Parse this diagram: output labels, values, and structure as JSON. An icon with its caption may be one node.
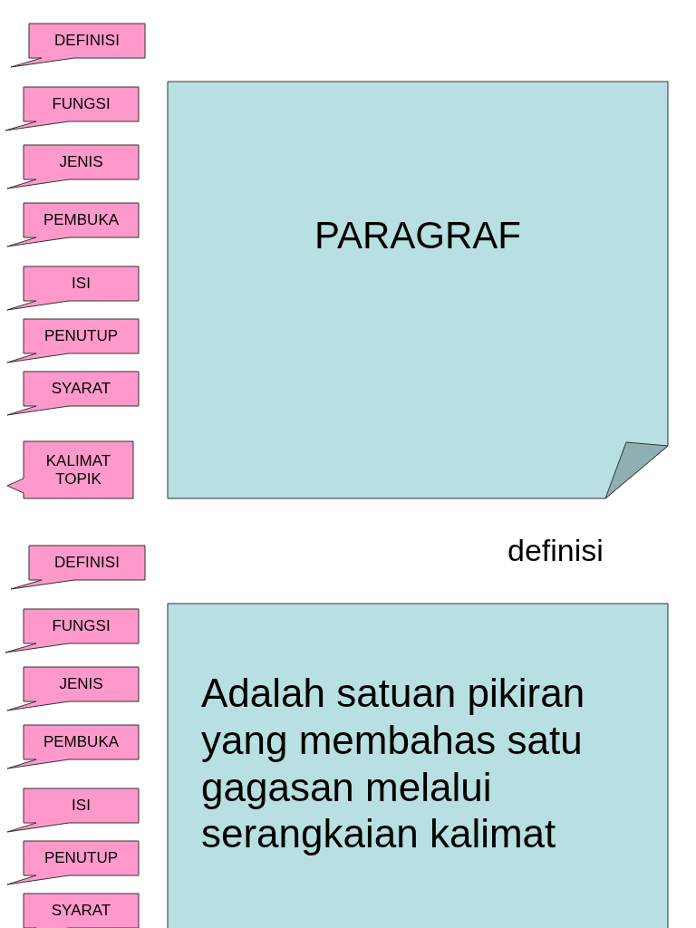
{
  "diagram": {
    "nodes": [
      {
        "text": [
          "DEFINISI"
        ]
      },
      {
        "text": [
          "FUNGSI"
        ]
      },
      {
        "text": [
          "JENIS"
        ]
      },
      {
        "text": [
          "PEMBUKA"
        ]
      },
      {
        "text": [
          "ISI"
        ]
      },
      {
        "text": [
          "PENUTUP"
        ]
      },
      {
        "text": [
          "SYARAT"
        ]
      },
      {
        "text": [
          "KALIMAT TOPIK"
        ]
      },
      {
        "text": [
          "PARAGRAF"
        ]
      },
      {
        "text": [
          "DEFINISI"
        ]
      },
      {
        "text": [
          "FUNGSI"
        ]
      },
      {
        "text": [
          "JENIS"
        ]
      },
      {
        "text": [
          "PEMBUKA"
        ]
      },
      {
        "text": [
          "ISI"
        ]
      },
      {
        "text": [
          "PENUTUP"
        ]
      },
      {
        "text": [
          "SYARAT"
        ]
      },
      {
        "text": [
          "Adalah satuan pikiran yang membahas satu gagasan melalui serangkaian kalimat"
        ]
      }
    ],
    "edges": [],
    "labels": [
      "definisi"
    ]
  }
}
